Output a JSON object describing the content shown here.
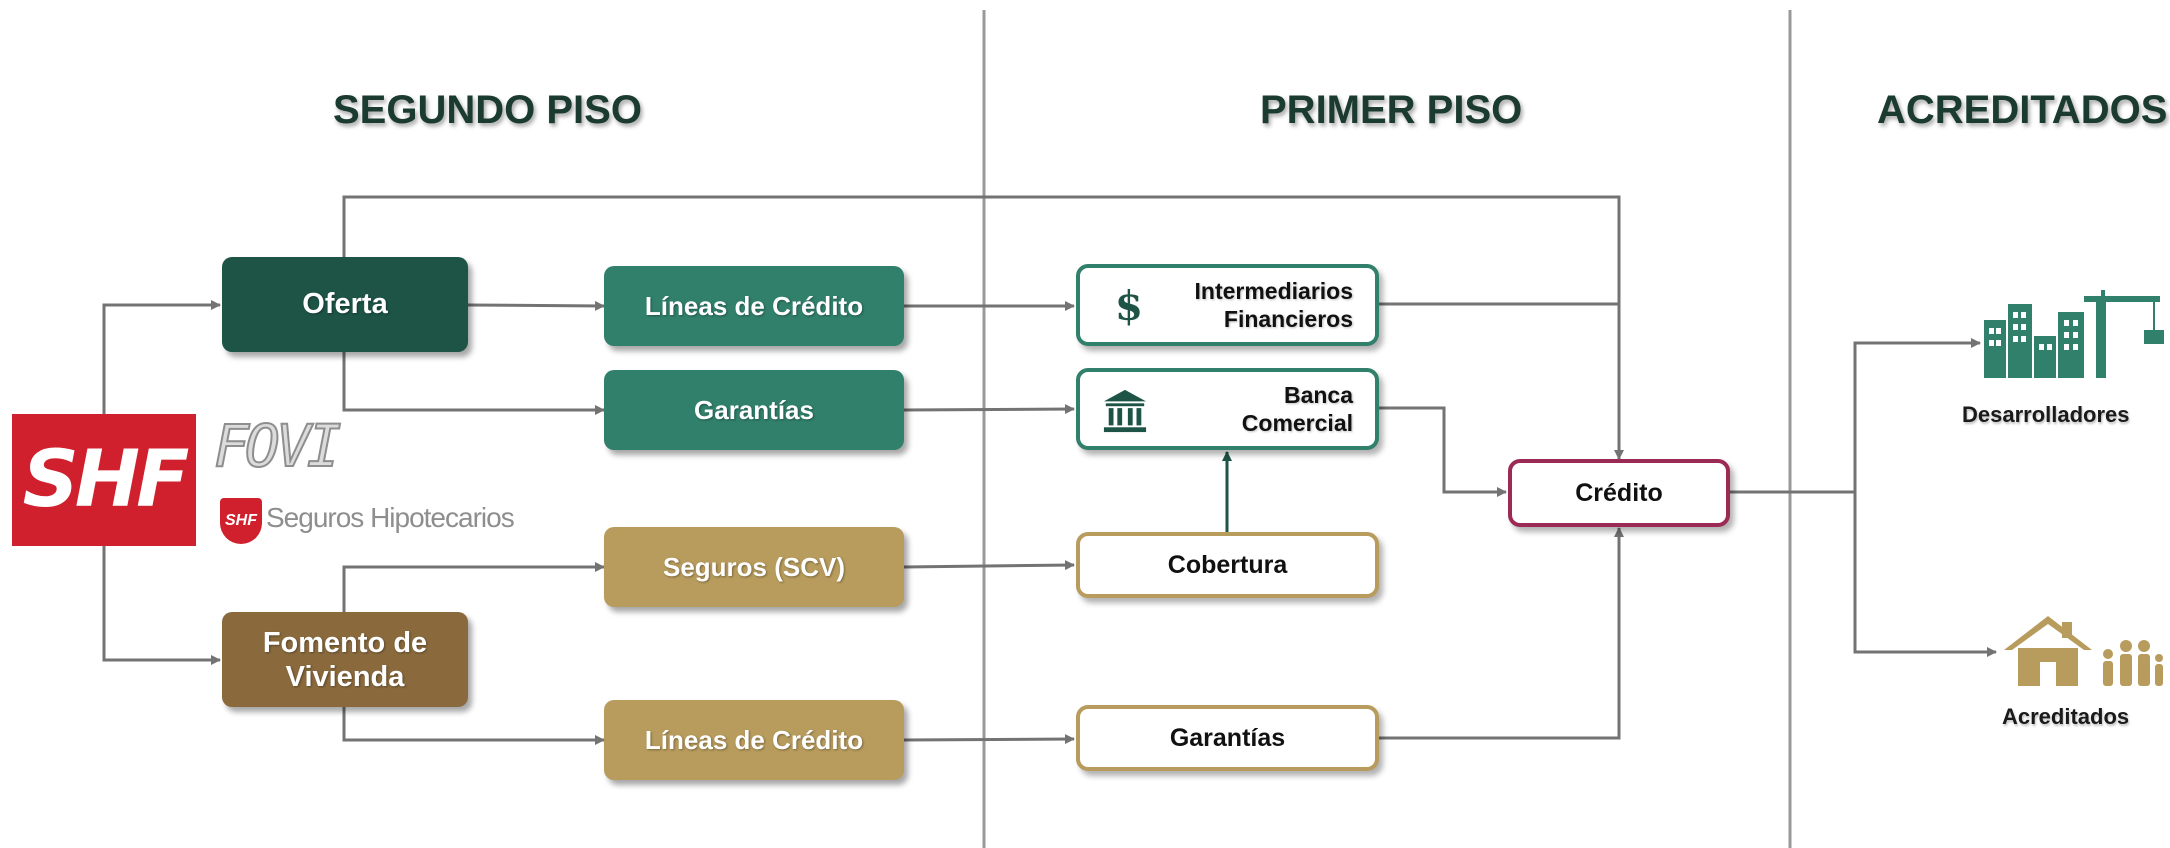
{
  "columns": {
    "segundo_piso": "SEGUNDO PISO",
    "primer_piso": "PRIMER PISO",
    "acreditados": "ACREDITADOS"
  },
  "logo": {
    "shf": "SHF",
    "fovi": "FOVI",
    "seguros_mark": "SHF",
    "seguros_text": "Seguros Hipotecarios"
  },
  "segundo_piso": {
    "oferta": "Oferta",
    "fomento_line1": "Fomento de",
    "fomento_line2": "Vivienda",
    "lineas_credito_1": "Líneas de Crédito",
    "garantias": "Garantías",
    "seguros_scv": "Seguros (SCV)",
    "lineas_credito_2": "Líneas de Crédito"
  },
  "primer_piso": {
    "intermediarios_line1": "Intermediarios",
    "intermediarios_line2": "Financieros",
    "banca_line1": "Banca",
    "banca_line2": "Comercial",
    "cobertura": "Cobertura",
    "garantias": "Garantías",
    "credito": "Crédito"
  },
  "acreditados": {
    "desarrolladores": "Desarrolladores",
    "acreditados": "Acreditados"
  },
  "colors": {
    "dark_green": "#1d5446",
    "teal": "#31806c",
    "brown": "#8a6a3d",
    "gold": "#b89c5d",
    "wine": "#9b2a55",
    "red": "#d0202e",
    "arrow": "#737373"
  },
  "icons": [
    "dollar-icon",
    "bank-icon",
    "buildings-crane-icon",
    "house-family-icon"
  ]
}
